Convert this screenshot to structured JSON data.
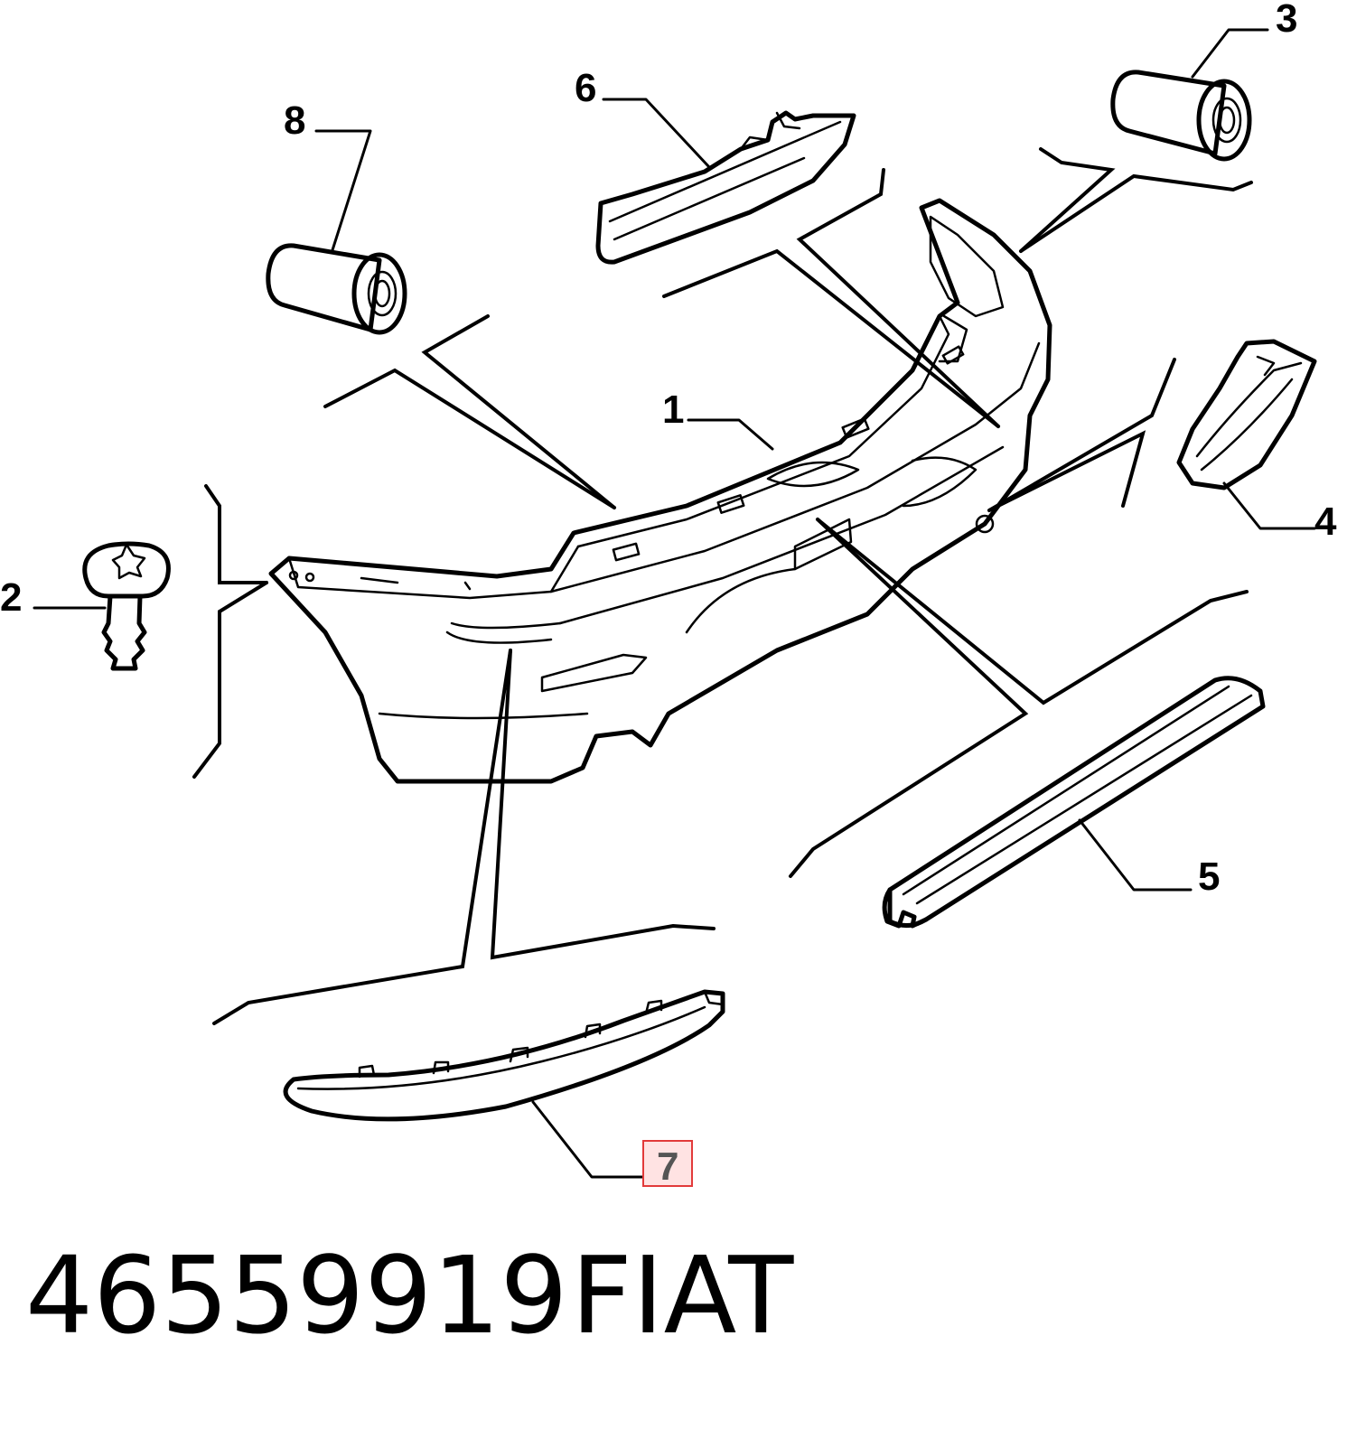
{
  "callouts": [
    {
      "id": "1",
      "label": "1",
      "highlighted": false
    },
    {
      "id": "2",
      "label": "2",
      "highlighted": false
    },
    {
      "id": "3",
      "label": "3",
      "highlighted": false
    },
    {
      "id": "4",
      "label": "4",
      "highlighted": false
    },
    {
      "id": "5",
      "label": "5",
      "highlighted": false
    },
    {
      "id": "6",
      "label": "6",
      "highlighted": false
    },
    {
      "id": "7",
      "label": "7",
      "highlighted": true
    },
    {
      "id": "8",
      "label": "8",
      "highlighted": false
    }
  ],
  "caption": {
    "part_number": "46559919",
    "brand": "FIAT"
  },
  "colors": {
    "line": "#000000",
    "highlight_border": "#e23a3a",
    "highlight_fill": "#ffe3e3",
    "background": "#ffffff"
  }
}
